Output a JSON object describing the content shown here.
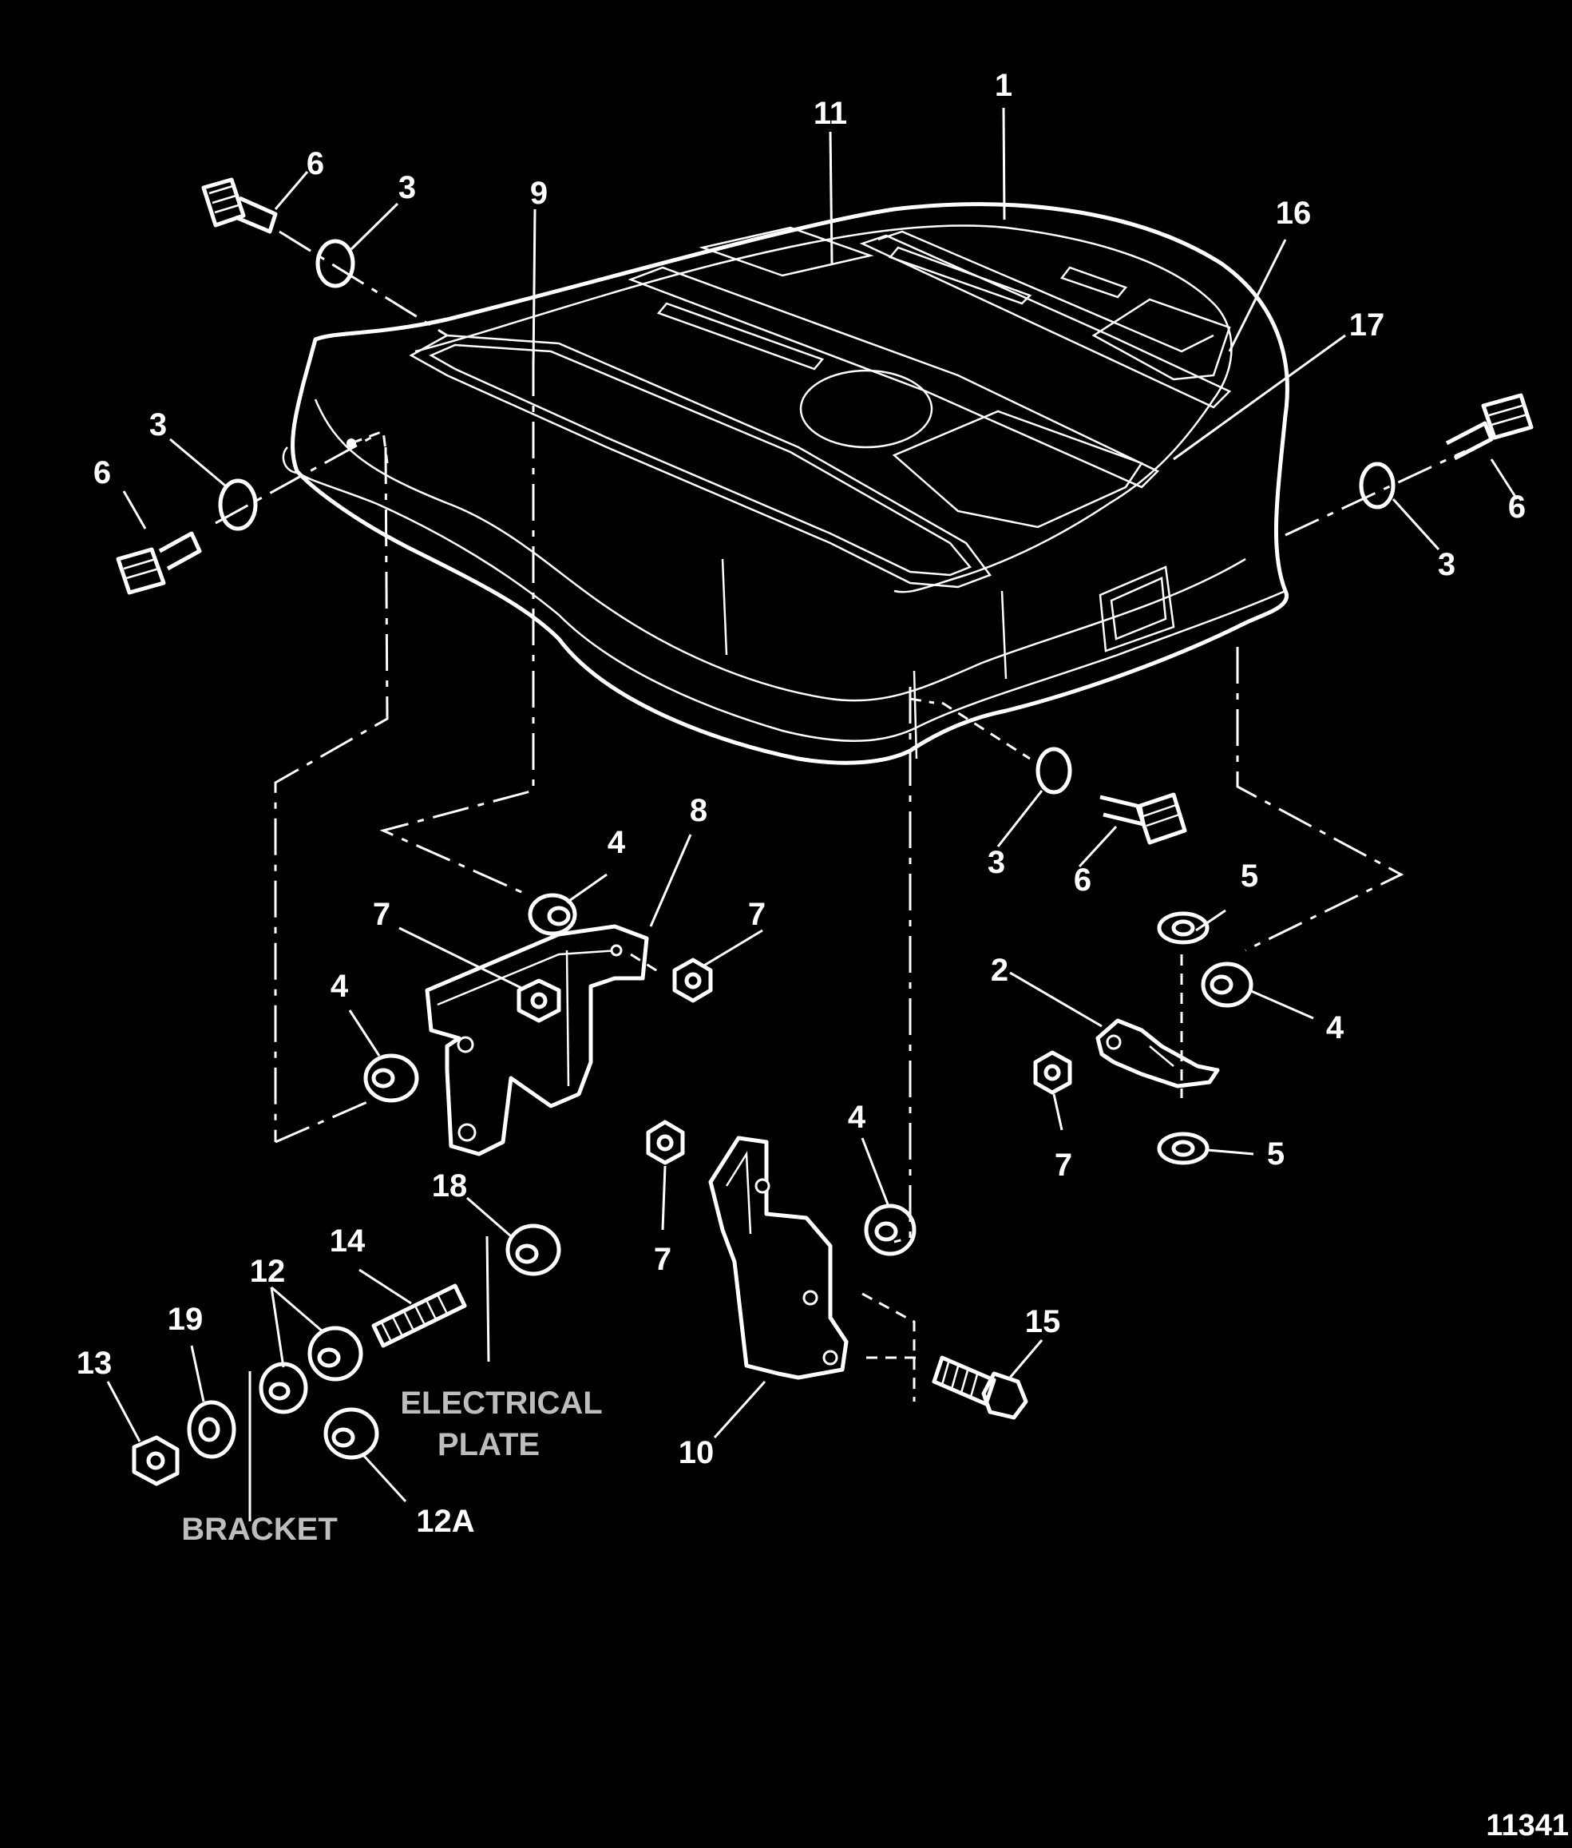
{
  "diagram": {
    "figure_number": "11341",
    "callouts": [
      {
        "id": "c1",
        "text": "1"
      },
      {
        "id": "c11",
        "text": "11"
      },
      {
        "id": "c16",
        "text": "16"
      },
      {
        "id": "c17",
        "text": "17"
      },
      {
        "id": "c9",
        "text": "9"
      },
      {
        "id": "c6a",
        "text": "6"
      },
      {
        "id": "c3a",
        "text": "3"
      },
      {
        "id": "c3b",
        "text": "3"
      },
      {
        "id": "c6b",
        "text": "6"
      },
      {
        "id": "c6c",
        "text": "6"
      },
      {
        "id": "c3c",
        "text": "3"
      },
      {
        "id": "c3d",
        "text": "3"
      },
      {
        "id": "c6d",
        "text": "6"
      },
      {
        "id": "c4a",
        "text": "4"
      },
      {
        "id": "c8",
        "text": "8"
      },
      {
        "id": "c7a",
        "text": "7"
      },
      {
        "id": "c7b",
        "text": "7"
      },
      {
        "id": "c4b",
        "text": "4"
      },
      {
        "id": "c5a",
        "text": "5"
      },
      {
        "id": "c2",
        "text": "2"
      },
      {
        "id": "c4c",
        "text": "4"
      },
      {
        "id": "c7c",
        "text": "7"
      },
      {
        "id": "c5b",
        "text": "5"
      },
      {
        "id": "c4d",
        "text": "4"
      },
      {
        "id": "c7d",
        "text": "7"
      },
      {
        "id": "c18",
        "text": "18"
      },
      {
        "id": "c14",
        "text": "14"
      },
      {
        "id": "c12",
        "text": "12"
      },
      {
        "id": "c19",
        "text": "19"
      },
      {
        "id": "c13",
        "text": "13"
      },
      {
        "id": "c15",
        "text": "15"
      },
      {
        "id": "c10",
        "text": "10"
      },
      {
        "id": "c12a",
        "text": "12A"
      }
    ],
    "labels": {
      "electrical_line1": "ELECTRICAL",
      "electrical_line2": "PLATE",
      "bracket": "BRACKET"
    }
  }
}
